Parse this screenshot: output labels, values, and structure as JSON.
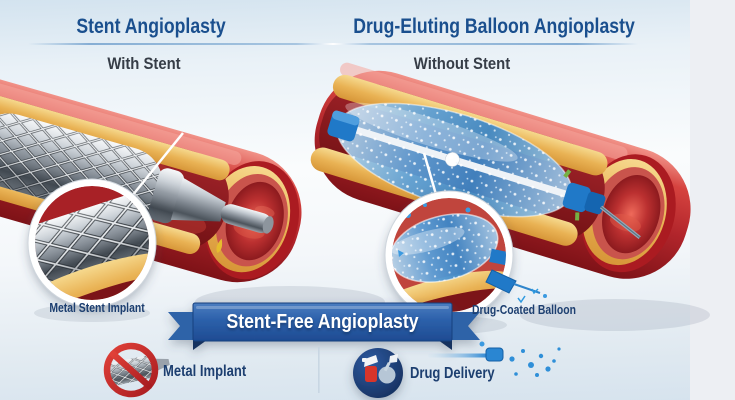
{
  "header": {
    "left_title": "Stent Angioplasty",
    "left_subtitle": "With Stent",
    "right_title": "Drug-Eluting Balloon Angioplasty",
    "right_subtitle": "Without Stent"
  },
  "labels": {
    "left_inset": "Metal Stent Implant",
    "right_inset": "Drug-Coated Balloon",
    "banner": "Stent-Free Angioplasty",
    "metal_implant": "Metal Implant",
    "drug_delivery": "Drug Delivery"
  },
  "icons": {
    "prohibition": "no-metal-implant-icon",
    "drug": "drug-bottles-icon",
    "spray": "spray-catheter-icon",
    "left_inset": "magnifier-inset-stent",
    "right_inset": "magnifier-inset-balloon"
  },
  "colors": {
    "title_blue": "#1a4f8e",
    "subtitle_gray": "#363d47",
    "label_navy": "#1d3f70",
    "ribbon_blue": "#2c60aa",
    "artery_red": "#b1252b",
    "plaque_yellow": "#e9b254",
    "balloon_blue": "#5b9fd8",
    "catheter_blue": "#2079c8",
    "prohibition_red": "#c8242b",
    "icon_navy": "#16305f",
    "background_blue": "#d3e3ef",
    "side_strip": "#edeff3"
  }
}
